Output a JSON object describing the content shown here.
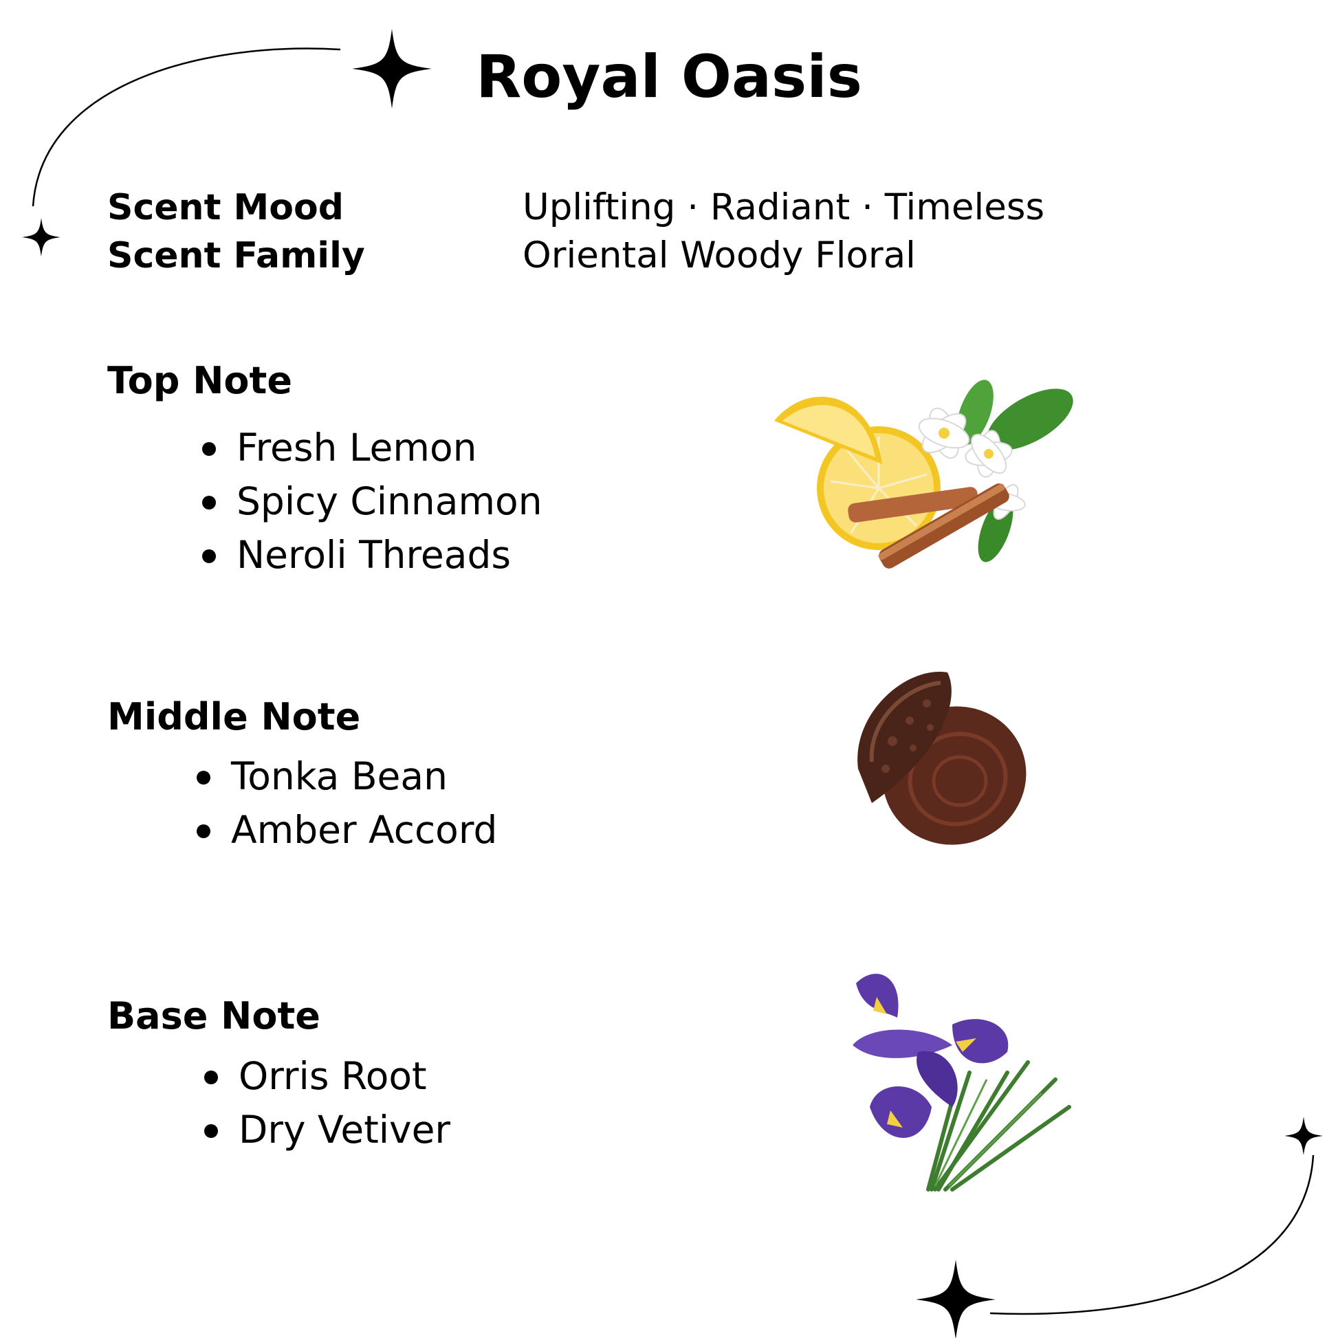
{
  "title": "Royal Oasis",
  "scent_mood": {
    "label": "Scent Mood",
    "value": "Uplifting · Radiant · Timeless"
  },
  "scent_family": {
    "label": "Scent Family",
    "value": "Oriental Woody Floral"
  },
  "top_note": {
    "heading": "Top Note",
    "items": [
      "Fresh Lemon",
      "Spicy Cinnamon",
      "Neroli Threads"
    ]
  },
  "middle_note": {
    "heading": "Middle Note",
    "items": [
      "Tonka Bean",
      "Amber Accord"
    ]
  },
  "base_note": {
    "heading": "Base Note",
    "items": [
      "Orris Root",
      "Dry Vetiver"
    ]
  },
  "colors": {
    "background": "#ffffff",
    "text": "#000000",
    "lemon": "#f3c623",
    "cinnamon": "#b5653a",
    "leaf": "#3f8f2e",
    "tonka": "#4a2418",
    "iris": "#5b3aa8",
    "iris_yellow": "#f4d03f",
    "vetiver": "#3e7d2f"
  },
  "icons": [
    "sparkle-star-icon",
    "lemon-cinnamon-neroli-illustration",
    "tonka-bean-amber-illustration",
    "iris-vetiver-illustration"
  ]
}
